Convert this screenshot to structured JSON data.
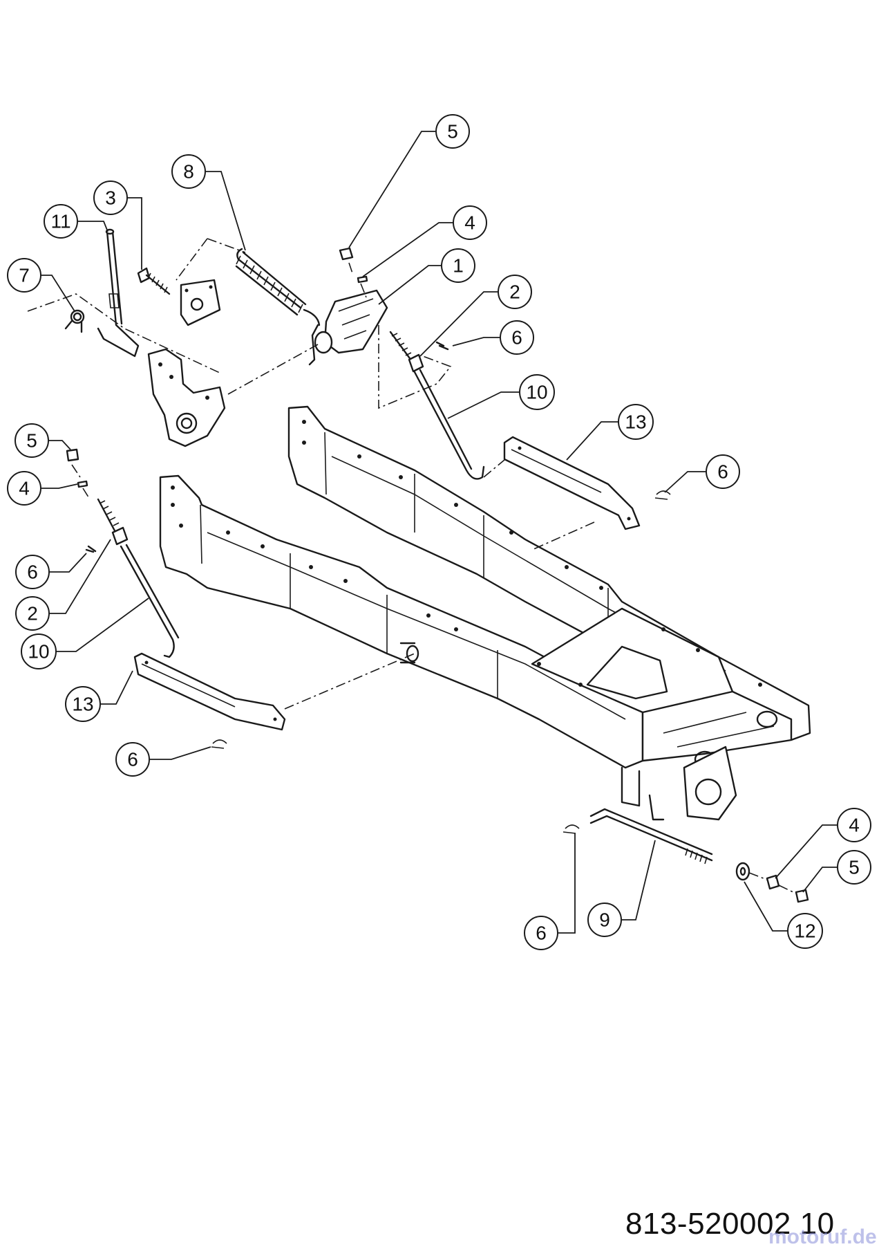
{
  "drawing_number": "813-520002 10",
  "watermark": "motoruf.de",
  "callouts": [
    "5",
    "4",
    "1",
    "2",
    "6",
    "10",
    "8",
    "3",
    "11",
    "7",
    "13",
    "6",
    "5",
    "4",
    "6",
    "2",
    "10",
    "13",
    "6",
    "4",
    "5",
    "6",
    "9",
    "12"
  ]
}
